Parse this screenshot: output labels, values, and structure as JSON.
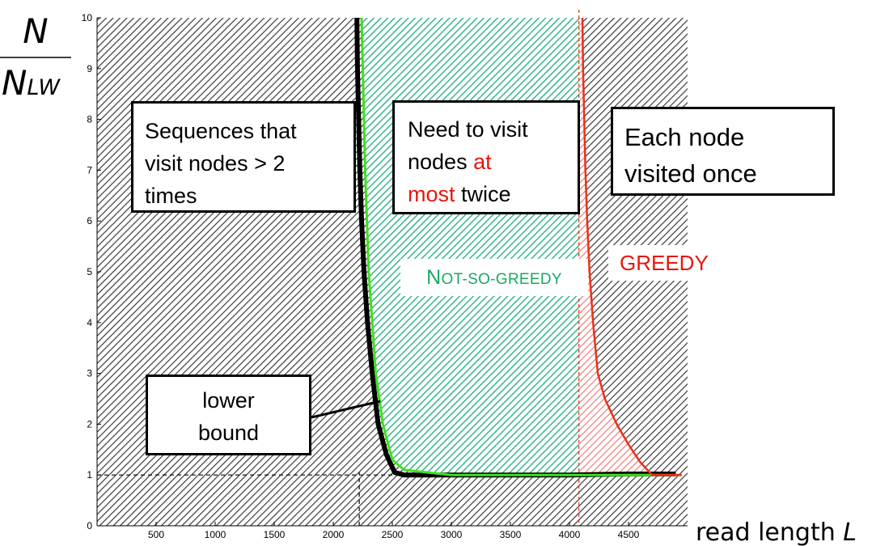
{
  "chart_data": {
    "type": "line",
    "xlabel_text": "read length",
    "xlabel_var": "L",
    "ylabel": {
      "numerator": "N",
      "denominator_main": "N",
      "denominator_sub": "LW"
    },
    "xlim": [
      0,
      5000
    ],
    "ylim": [
      0,
      10
    ],
    "x_ticks": [
      500,
      1000,
      1500,
      2000,
      2500,
      3000,
      3500,
      4000,
      4500
    ],
    "y_ticks": [
      0,
      1,
      2,
      3,
      4,
      5,
      6,
      7,
      8,
      9,
      10
    ],
    "reference_lines": {
      "x_lower": 2220,
      "x_greedy": 4080,
      "y_one": 1
    },
    "series": [
      {
        "name": "lower bound",
        "color": "#000000",
        "x": [
          2200,
          2205,
          2215,
          2225,
          2240,
          2260,
          2290,
          2330,
          2380,
          2450,
          2520,
          2600,
          3000,
          3500,
          4000,
          4500,
          4900
        ],
        "y": [
          10.0,
          9.0,
          8.0,
          7.0,
          6.0,
          5.0,
          4.0,
          3.0,
          2.0,
          1.4,
          1.05,
          1.0,
          1.0,
          1.0,
          1.0,
          1.02,
          1.02
        ]
      },
      {
        "name": "Not-so-greedy",
        "color": "#3fe01f",
        "x": [
          2240,
          2250,
          2260,
          2270,
          2285,
          2300,
          2330,
          2360,
          2420,
          2500,
          2600,
          3000,
          3500,
          4000,
          4500,
          4950
        ],
        "y": [
          10.0,
          9.0,
          8.0,
          7.0,
          6.0,
          5.0,
          4.0,
          3.0,
          2.0,
          1.3,
          1.1,
          1.0,
          1.0,
          1.0,
          1.0,
          1.0
        ]
      },
      {
        "name": "Greedy",
        "color": "#e8311b",
        "x": [
          4110,
          4115,
          4125,
          4135,
          4150,
          4170,
          4200,
          4240,
          4300,
          4400,
          4500,
          4600,
          4700,
          4800,
          4950
        ],
        "y": [
          10.0,
          9.0,
          8.0,
          7.0,
          6.0,
          5.0,
          4.0,
          3.0,
          2.5,
          2.0,
          1.6,
          1.25,
          1.0,
          1.0,
          1.0
        ]
      }
    ],
    "regions": [
      {
        "name": "lower",
        "color": "#333333"
      },
      {
        "name": "not-so-greedy",
        "color": "#1aab7c"
      },
      {
        "name": "greedy",
        "color": "#f07a75"
      }
    ],
    "annotations": {
      "sequences": [
        "Sequences that",
        "visit nodes > 2",
        "times"
      ],
      "need": {
        "line1": "Need to visit",
        "line2a": "nodes ",
        "line2b": "at",
        "line3a": "most",
        "line3b": " twice"
      },
      "each": [
        "Each node",
        "visited once"
      ],
      "lower_bound": [
        "lower",
        "bound"
      ],
      "not_so_greedy": {
        "cap1": "N",
        "rest1": "OT-SO-",
        "rest2": "GREEDY"
      },
      "greedy": "GREEDY"
    }
  }
}
